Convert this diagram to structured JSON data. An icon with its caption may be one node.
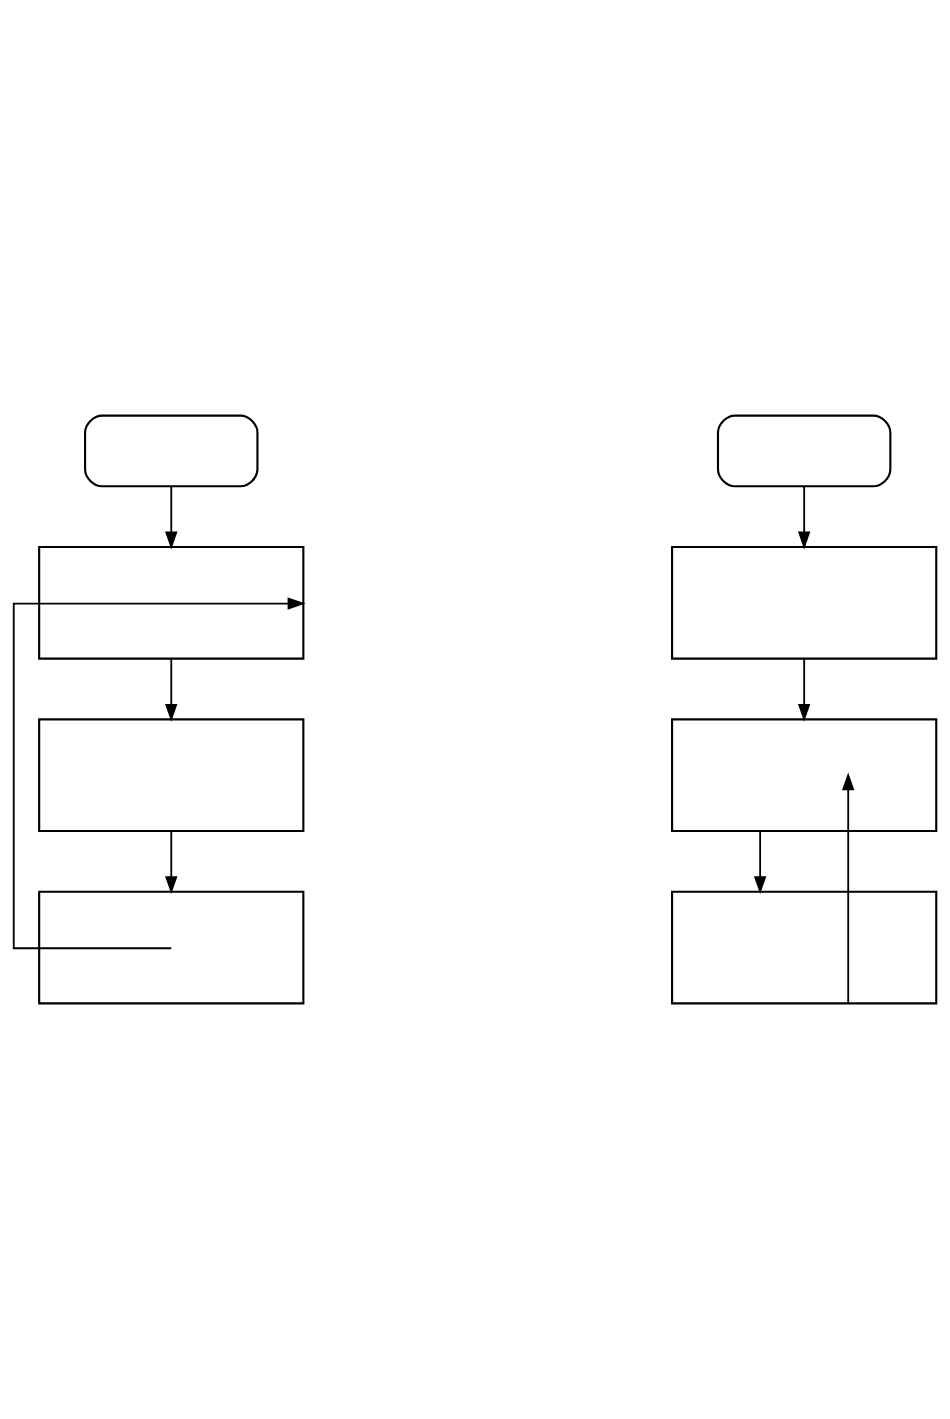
{
  "diagram": {
    "nodes": [
      {
        "text": [],
        "shape": "oval"
      },
      {
        "text": [],
        "shape": "box"
      },
      {
        "text": [],
        "shape": "box"
      },
      {
        "text": [],
        "shape": "box"
      },
      {
        "text": [],
        "shape": "oval"
      },
      {
        "text": [],
        "shape": "box"
      },
      {
        "text": [],
        "shape": "box"
      },
      {
        "text": [],
        "shape": "box"
      }
    ],
    "edges": [
      {
        "from": 0,
        "to": 1,
        "arrow": "to"
      },
      {
        "from": 1,
        "to": 2,
        "arrow": "to"
      },
      {
        "from": 2,
        "to": 3,
        "arrow": "to"
      },
      {
        "from": 3,
        "to": 1,
        "arrow": "to"
      },
      {
        "from": 4,
        "to": 5,
        "arrow": "to"
      },
      {
        "from": 5,
        "to": 6,
        "arrow": "to"
      },
      {
        "from": 6,
        "to": 7,
        "arrow": "to"
      },
      {
        "from": 7,
        "to": 6,
        "arrow": "to"
      }
    ]
  }
}
